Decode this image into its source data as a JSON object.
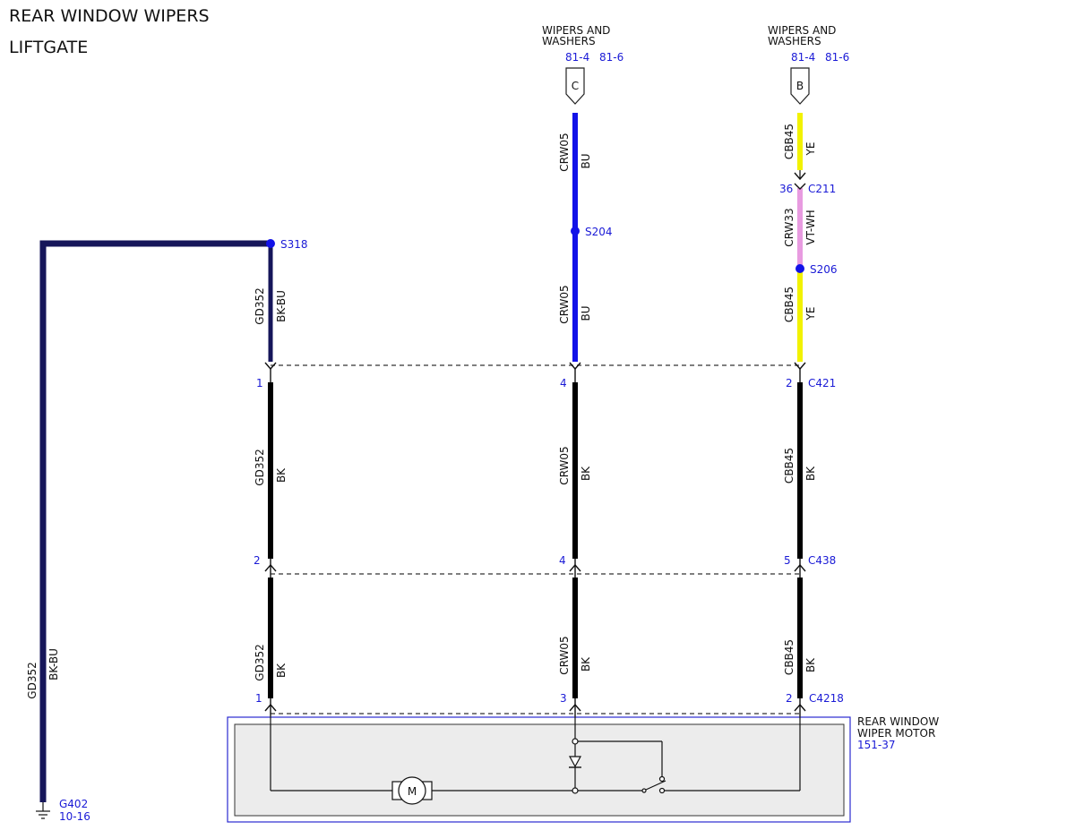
{
  "titles": {
    "line1": "REAR WINDOW WIPERS",
    "line2": "LIFTGATE"
  },
  "top": {
    "c": {
      "title1": "WIPERS AND",
      "title2": "WASHERS",
      "ref1": "81-4",
      "ref2": "81-6",
      "connector": "C"
    },
    "b": {
      "title1": "WIPERS AND",
      "title2": "WASHERS",
      "ref1": "81-4",
      "ref2": "81-6",
      "connector": "B"
    }
  },
  "colors": {
    "bu": "#1212e8",
    "bkbu": "#16165a",
    "ye": "#f2f200",
    "vtwh": "#e89be0",
    "bk": "#000000",
    "splice": "#1212e8",
    "box": "#2a2ad0",
    "boxfill": "#ececec"
  },
  "splices": {
    "s318": "S318",
    "s204": "S204",
    "s206": "S206"
  },
  "c211": {
    "pin": "36",
    "name": "C211"
  },
  "c421": {
    "pin1": "1",
    "pin2": "4",
    "pin3": "2",
    "name": "C421"
  },
  "c438": {
    "pin1": "2",
    "pin2": "4",
    "pin3": "5",
    "name": "C438"
  },
  "c4218": {
    "pin1": "1",
    "pin2": "3",
    "pin3": "2",
    "name": "C4218"
  },
  "wires": {
    "left_main": {
      "circuit": "GD352",
      "color": "BK-BU"
    },
    "col1_top": {
      "circuit": "GD352",
      "color": "BK-BU"
    },
    "col1_mid": {
      "circuit": "GD352",
      "color": "BK"
    },
    "col1_bot": {
      "circuit": "GD352",
      "color": "BK"
    },
    "col2_top": {
      "circuit": "CRW05",
      "color": "BU"
    },
    "col2_upper": {
      "circuit": "CRW05",
      "color": "BU"
    },
    "col2_mid": {
      "circuit": "CRW05",
      "color": "BK"
    },
    "col2_bot": {
      "circuit": "CRW05",
      "color": "BK"
    },
    "col3_top": {
      "circuit": "CBB45",
      "color": "YE"
    },
    "col3_vt": {
      "circuit": "CRW33",
      "color": "VT-WH"
    },
    "col3_upper": {
      "circuit": "CBB45",
      "color": "YE"
    },
    "col3_mid": {
      "circuit": "CBB45",
      "color": "BK"
    },
    "col3_bot": {
      "circuit": "CBB45",
      "color": "BK"
    }
  },
  "motor": {
    "name1": "REAR WINDOW",
    "name2": "WIPER MOTOR",
    "ref": "151-37",
    "symbol": "M"
  },
  "ground": {
    "name": "G402",
    "ref": "10-16"
  }
}
